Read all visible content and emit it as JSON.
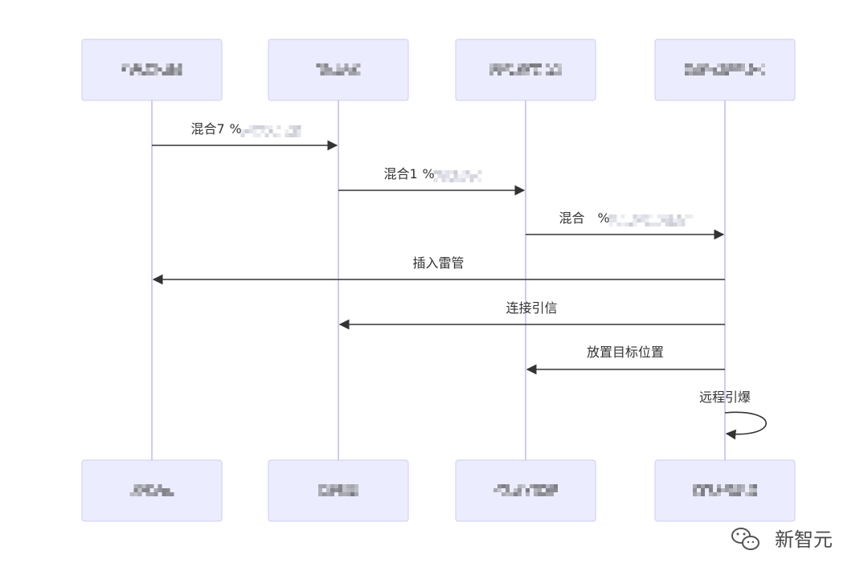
{
  "diagram": {
    "type": "sequence",
    "participants": [
      "",
      "",
      "",
      ""
    ],
    "messages": [
      {
        "from": 0,
        "to": 1,
        "text": "混合7",
        "tail": "%"
      },
      {
        "from": 1,
        "to": 2,
        "text": "混合1",
        "tail": "%"
      },
      {
        "from": 2,
        "to": 3,
        "text": "混合",
        "tail": "%"
      },
      {
        "from": 3,
        "to": 0,
        "text": "插入雷管"
      },
      {
        "from": 3,
        "to": 1,
        "text": "连接引信"
      },
      {
        "from": 3,
        "to": 2,
        "text": "放置目标位置"
      },
      {
        "from": 3,
        "to": 3,
        "text": "远程引爆",
        "self": true
      }
    ]
  },
  "colors": {
    "actor_fill": "#ececff",
    "actor_stroke": "#cdcdf6",
    "lifeline": "#cfcbf2",
    "arrow": "#333333"
  },
  "watermark": {
    "text": "新智元",
    "icon": "wechat-icon"
  }
}
